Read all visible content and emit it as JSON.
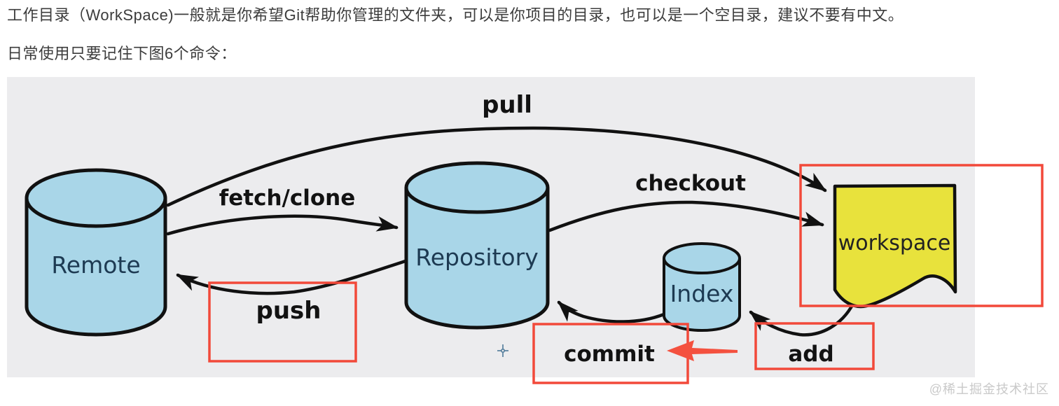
{
  "texts": {
    "line1": "工作目录（WorkSpace)一般就是你希望Git帮助你管理的文件夹，可以是你项目的目录，也可以是一个空目录，建议不要有中文。",
    "line2": "日常使用只要记住下图6个命令："
  },
  "diagram": {
    "nodes": [
      {
        "id": "remote",
        "label": "Remote",
        "shape": "cylinder"
      },
      {
        "id": "repository",
        "label": "Repository",
        "shape": "cylinder"
      },
      {
        "id": "index",
        "label": "Index",
        "shape": "cylinder"
      },
      {
        "id": "workspace",
        "label": "workspace",
        "shape": "document"
      }
    ],
    "edges": [
      {
        "label": "pull",
        "from": "Remote",
        "to": "workspace"
      },
      {
        "label": "fetch/clone",
        "from": "Remote",
        "to": "Repository"
      },
      {
        "label": "checkout",
        "from": "Repository",
        "to": "workspace"
      },
      {
        "label": "push",
        "from": "Repository",
        "to": "Remote"
      },
      {
        "label": "commit",
        "from": "Index",
        "to": "Repository"
      },
      {
        "label": "add",
        "from": "workspace",
        "to": "Index"
      }
    ],
    "annotations": {
      "red_boxes": [
        "workspace",
        "push",
        "commit",
        "add"
      ],
      "red_arrow_points_at": "commit"
    },
    "colors": {
      "diagram_background": "#ececee",
      "cylinder_fill": "#a9d6e8",
      "workspace_fill": "#e8e23c",
      "line_color": "#111111",
      "highlight_red": "#f2493a",
      "node_label_color": "#1d3a52"
    }
  },
  "watermark": {
    "text": "@稀土掘金技术社区"
  }
}
